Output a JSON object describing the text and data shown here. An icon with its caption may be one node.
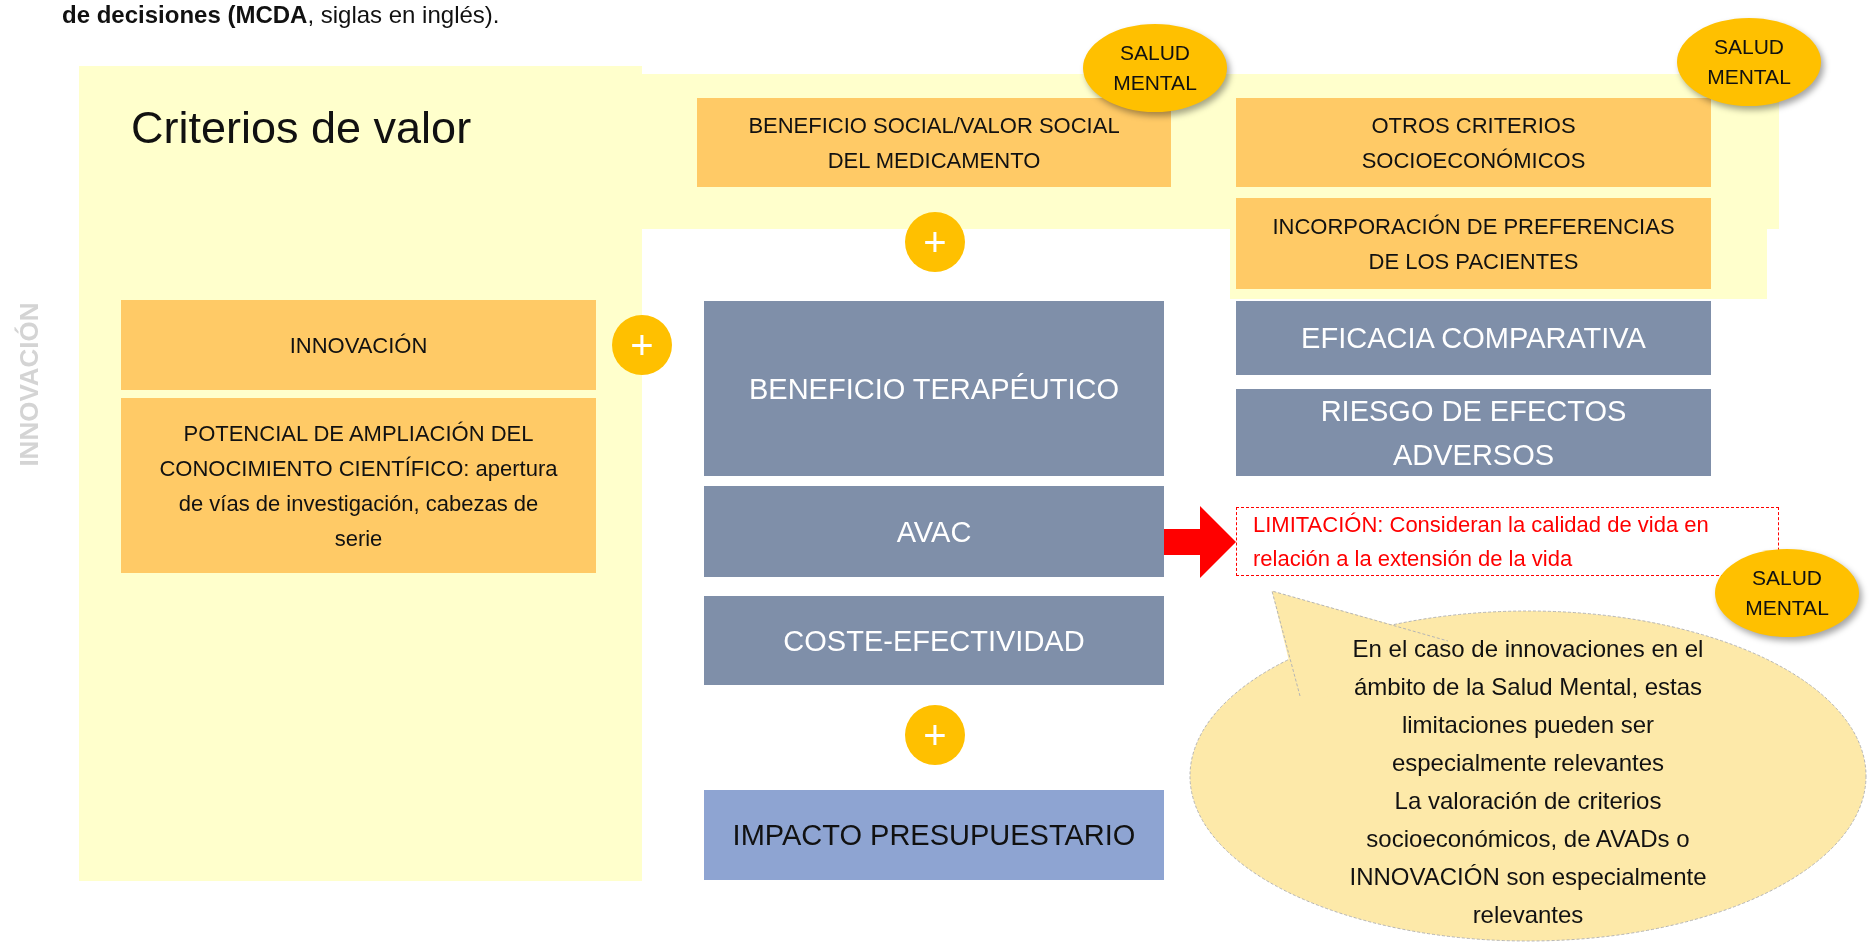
{
  "diagram": {
    "nodes": [
      {
        "text": [
          "Criterios de valor"
        ]
      },
      {
        "text": [
          "SALUD MENTAL"
        ]
      },
      {
        "text": [
          "SALUD MENTAL"
        ]
      },
      {
        "text": [
          "BENEFICIO SOCIAL/VALOR SOCIAL DEL MEDICAMENTO"
        ],
        "in": 0
      },
      {
        "text": [
          "OTROS CRITERIOS SOCIOECONÓMICOS"
        ],
        "in": 0
      },
      {
        "text": [
          "+"
        ]
      },
      {
        "text": [
          "INCORPORACIÓN DE PREFERENCIAS DE LOS PACIENTES"
        ],
        "in": 0
      },
      {
        "text": [
          "INNOVACIÓN"
        ],
        "in": 0
      },
      {
        "text": [
          "+"
        ]
      },
      {
        "text": [
          "BENEFICIO TERAPÉUTICO"
        ]
      },
      {
        "text": [
          "EFICACIA COMPARATIVA"
        ]
      },
      {
        "text": [
          "RIESGO DE EFECTOS ADVERSOS"
        ]
      },
      {
        "text": [
          "POTENCIAL DE AMPLIACIÓN DEL CONOCIMIENTO CIENTÍFICO: apertura de vías de investigación, cabezas de serie"
        ],
        "in": 0
      },
      {
        "text": [
          "AVAC"
        ]
      },
      {
        "text": [
          "LIMITACIÓN: Consideran la calidad de vida en relación a la extensión de la vida"
        ]
      },
      {
        "text": [
          "SALUD MENTAL"
        ]
      },
      {
        "text": [
          "COSTE-EFECTIVIDAD"
        ]
      },
      {
        "text": [
          "En el caso de innovaciones en el ámbito de la Salud Mental, estas limitaciones pueden ser especialmente relevantes",
          "La valoración de criterios socioeconómicos, de AVADs o INNOVACIÓN son especialmente relevantes"
        ]
      },
      {
        "text": [
          "+"
        ]
      },
      {
        "text": [
          "IMPACTO PRESUPUESTARIO"
        ]
      }
    ],
    "edges": [
      {
        "from": 13,
        "to": 14,
        "arrow": "to",
        "color": "#ff0000"
      }
    ],
    "labels": [
      "**de decisiones (MCDA**, siglas en inglés).",
      "INNOVACIÓN"
    ]
  }
}
